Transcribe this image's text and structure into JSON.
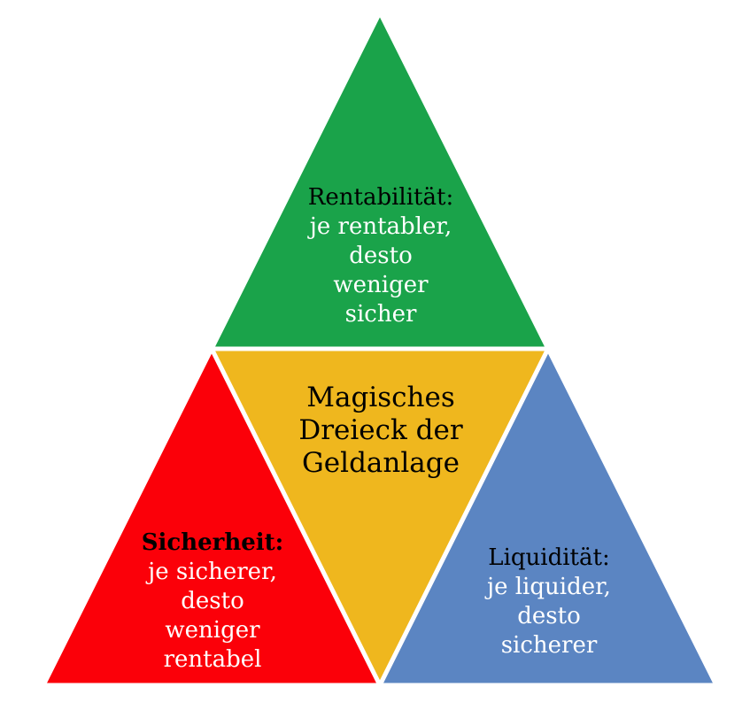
{
  "title": "Magisches Dreieck der Geldanlage",
  "colors": {
    "rentabilitaet_fill": "#1AA34A",
    "center_fill": "#EFB71E",
    "sicherheit_fill": "#FB0009",
    "liquiditaet_fill": "#5B85C2",
    "heading_text": "#000000",
    "body_text": "#FFFFFF",
    "divider": "#FFFFFF"
  },
  "triangles": {
    "rentabilitaet": {
      "heading": "Rentabilität:",
      "lines": [
        "je rentabler,",
        "desto",
        "weniger",
        "sicher"
      ]
    },
    "sicherheit": {
      "heading": "Sicherheit:",
      "lines": [
        "je sicherer,",
        "desto",
        "weniger",
        "rentabel"
      ]
    },
    "liquiditaet": {
      "heading": "Liquidität:",
      "lines": [
        "je liquider,",
        "desto",
        "sicherer"
      ]
    },
    "center": {
      "lines": [
        "Magisches",
        "Dreieck der",
        "Geldanlage"
      ]
    }
  }
}
